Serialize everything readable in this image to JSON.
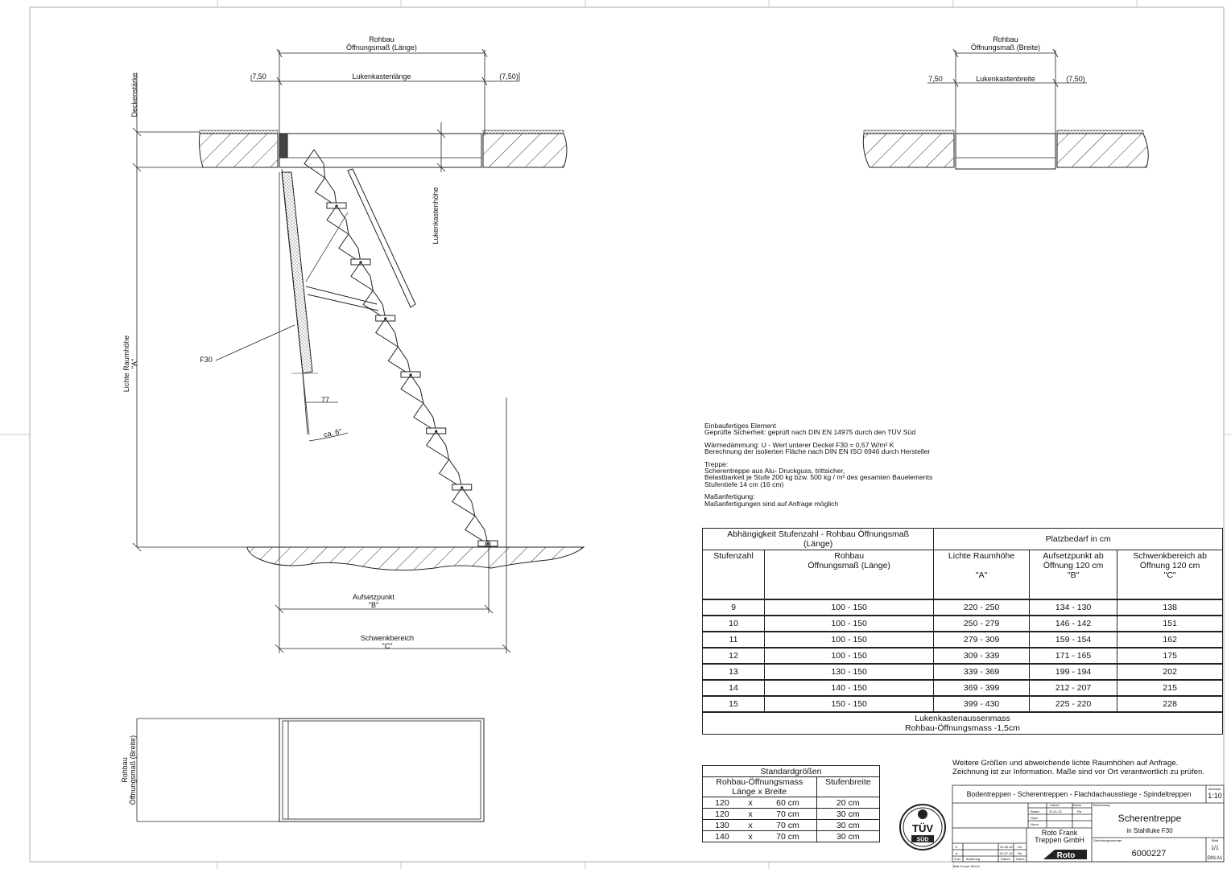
{
  "drawing": {
    "rohbau_laenge": [
      "Rohbau",
      "Öffnungsmaß (Länge)"
    ],
    "rohbau_breite": [
      "Rohbau",
      "Öffnungsmaß (Breite)"
    ],
    "dim_left": "7,50",
    "dim_right": "(7,50)",
    "lukenkastenlaenge": "Lukenkastenlänge",
    "lukenkastenbreite": "Lukenkastenbreite",
    "deckenstaerke": "Deckenstärke",
    "lukenkastenhoehe": "Lukenkastenhöhe",
    "lichte_raumhoehe": [
      "Lichte Raumhöhe",
      "\"A\""
    ],
    "f30": "F30",
    "dim_77": "77",
    "angle": "ca. 6°",
    "aufsetzpunkt": [
      "Aufsetzpunkt",
      "\"B\""
    ],
    "schwenkbereich": [
      "Schwenkbereich",
      "\"C\""
    ],
    "plan_rohbau": [
      "Rohbau",
      "Öffnungsmaß (Breite)"
    ]
  },
  "notes": [
    "Einbaufertiges Element\nGeprüfte Sicherheit: geprüft nach DIN EN 14975 durch den TÜV Süd",
    "Wärmedämmung: U - Wert  unterer Deckel F30 = 0,57 W/m² K\nBerechnung der isolierten Fläche nach DIN EN ISO 6946 durch Hersteller",
    "Treppe:\nScherentreppe aus Alu- Druckguss, trittsicher,\nBelastbarkeit je Stufe 200 kg bzw. 500 kg / m² des gesamten Bauelements\nStufentiefe 14 cm (16 cm)",
    "Maßanfertigung:\nMaßanfertigungen sind auf Anfrage möglich"
  ],
  "main_table": {
    "head_left": "Abhängigkeit Stufenzahl - Rohbau Öffnungsmaß\n(Länge)",
    "head_right": "Platzbedarf in cm",
    "columns": [
      "Stufenzahl",
      "Rohbau\nÖffnungsmaß (Länge)",
      "Lichte Raumhöhe\n\n\"A\"",
      "Aufsetzpunkt      ab\nÖffnung 120 cm\n\"B\"",
      "Schwenkbereich      ab\nÖffnung 120 cm\n\"C\""
    ],
    "rows": [
      [
        "9",
        "100 - 150",
        "220 - 250",
        "134 - 130",
        "138"
      ],
      [
        "10",
        "100 - 150",
        "250 - 279",
        "146 - 142",
        "151"
      ],
      [
        "11",
        "100 - 150",
        "279 - 309",
        "159 - 154",
        "162"
      ],
      [
        "12",
        "100 - 150",
        "309 - 339",
        "171 - 165",
        "175"
      ],
      [
        "13",
        "130 - 150",
        "339 - 369",
        "199 - 194",
        "202"
      ],
      [
        "14",
        "140 - 150",
        "369 - 399",
        "212 - 207",
        "215"
      ],
      [
        "15",
        "150 - 150",
        "399 - 430",
        "225 - 220",
        "228"
      ]
    ],
    "footer": "Lukenkastenaussenmass\nRohbau-Öffnungsmass -1,5cm"
  },
  "std_table": {
    "title": "Standardgrößen",
    "col1": "Rohbau-Öffnungsmass\nLänge x Breite",
    "col2": "Stufenbreite",
    "rows": [
      [
        "120",
        "x",
        "60 cm",
        "20 cm"
      ],
      [
        "120",
        "x",
        "70 cm",
        "30 cm"
      ],
      [
        "130",
        "x",
        "70 cm",
        "30 cm"
      ],
      [
        "140",
        "x",
        "70 cm",
        "30 cm"
      ]
    ]
  },
  "info": "Weitere Größen und abweichende lichte Raumhöhen auf Anfrage.\nZeichnung ist zur Information. Maße sind vor Ort verantwortlich zu prüfen.",
  "title_block": {
    "series": "Bodentreppen - Scherentreppen - Flachdachausstiege - Spindeltreppen",
    "scale_label": "Maßstab",
    "scale": "1:10",
    "product": "Scherentreppe",
    "product_sub": "in Stahlluke F30",
    "company": "Roto Frank\nTreppen GmbH",
    "logo": "Roto",
    "tuv": "TÜV",
    "tuv_sub": "SÜD",
    "drawing_no_label": "Zeichnungsnummer",
    "drawing_no": "6000227",
    "sheet_label": "Blatt",
    "sheet": "1/1",
    "format": "DIN A1",
    "hdr_datum": "Datum",
    "hdr_name": "Name",
    "hdr_benennung": "Benennung",
    "bearb": "Bearb.",
    "bearb_date": "31.01.13",
    "bearb_name": "Ra",
    "gepr": "Gepr.",
    "norm": "Norm",
    "rev_a": "b",
    "rev_a_date": "01.06.16",
    "rev_a_name": "Ka",
    "rev_b": "a",
    "rev_b_date": "01.07.15",
    "rev_b_name": "Ra",
    "zust": "Zust.",
    "aenderung": "Änderung",
    "datum": "Datum",
    "name": "Name",
    "format_note": "Blatt Format: DIN A1"
  }
}
